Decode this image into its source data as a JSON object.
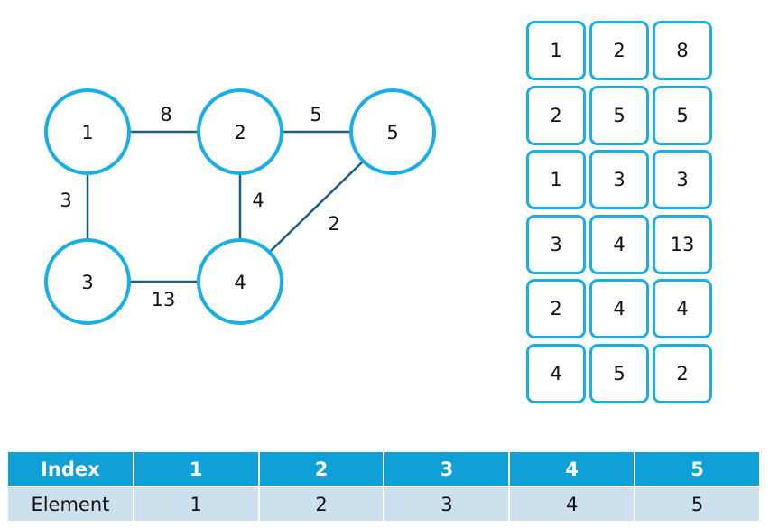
{
  "graph": {
    "nodes": [
      {
        "id": "1",
        "label": "1"
      },
      {
        "id": "2",
        "label": "2"
      },
      {
        "id": "5",
        "label": "5"
      },
      {
        "id": "3",
        "label": "3"
      },
      {
        "id": "4",
        "label": "4"
      }
    ],
    "edges": [
      {
        "from": "1",
        "to": "2",
        "weight": "8"
      },
      {
        "from": "2",
        "to": "5",
        "weight": "5"
      },
      {
        "from": "1",
        "to": "3",
        "weight": "3"
      },
      {
        "from": "2",
        "to": "4",
        "weight": "4"
      },
      {
        "from": "5",
        "to": "4",
        "weight": "2"
      },
      {
        "from": "3",
        "to": "4",
        "weight": "13"
      }
    ]
  },
  "edge_list": [
    [
      "1",
      "2",
      "8"
    ],
    [
      "2",
      "5",
      "5"
    ],
    [
      "1",
      "3",
      "3"
    ],
    [
      "3",
      "4",
      "13"
    ],
    [
      "2",
      "4",
      "4"
    ],
    [
      "4",
      "5",
      "2"
    ]
  ],
  "table": {
    "header": [
      "Index",
      "1",
      "2",
      "3",
      "4",
      "5"
    ],
    "row": [
      "Element",
      "1",
      "2",
      "3",
      "4",
      "5"
    ]
  },
  "colors": {
    "node_stroke": "#1aaee6",
    "edge_stroke": "#1f5f7a",
    "table_header_bg": "#0fa0d8",
    "table_row_bg": "#cde0ee"
  }
}
